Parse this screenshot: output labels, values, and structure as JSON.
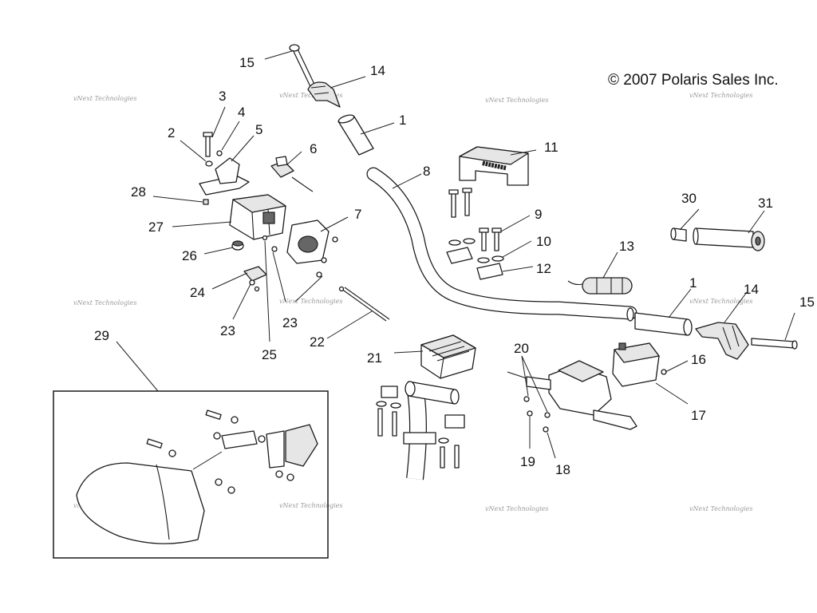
{
  "copyright": "© 2007 Polaris Sales Inc.",
  "watermark": "vNext Technologies",
  "callouts": {
    "c1a": "1",
    "c1b": "1",
    "c2": "2",
    "c3": "3",
    "c4": "4",
    "c5": "5",
    "c6": "6",
    "c7": "7",
    "c8": "8",
    "c9": "9",
    "c10": "10",
    "c11": "11",
    "c12": "12",
    "c13": "13",
    "c14a": "14",
    "c14b": "14",
    "c15a": "15",
    "c15b": "15",
    "c16": "16",
    "c17": "17",
    "c18": "18",
    "c19": "19",
    "c20": "20",
    "c21": "21",
    "c22": "22",
    "c23a": "23",
    "c23b": "23",
    "c24": "24",
    "c25": "25",
    "c26": "26",
    "c27": "27",
    "c28": "28",
    "c29": "29",
    "c30": "30",
    "c31": "31"
  }
}
